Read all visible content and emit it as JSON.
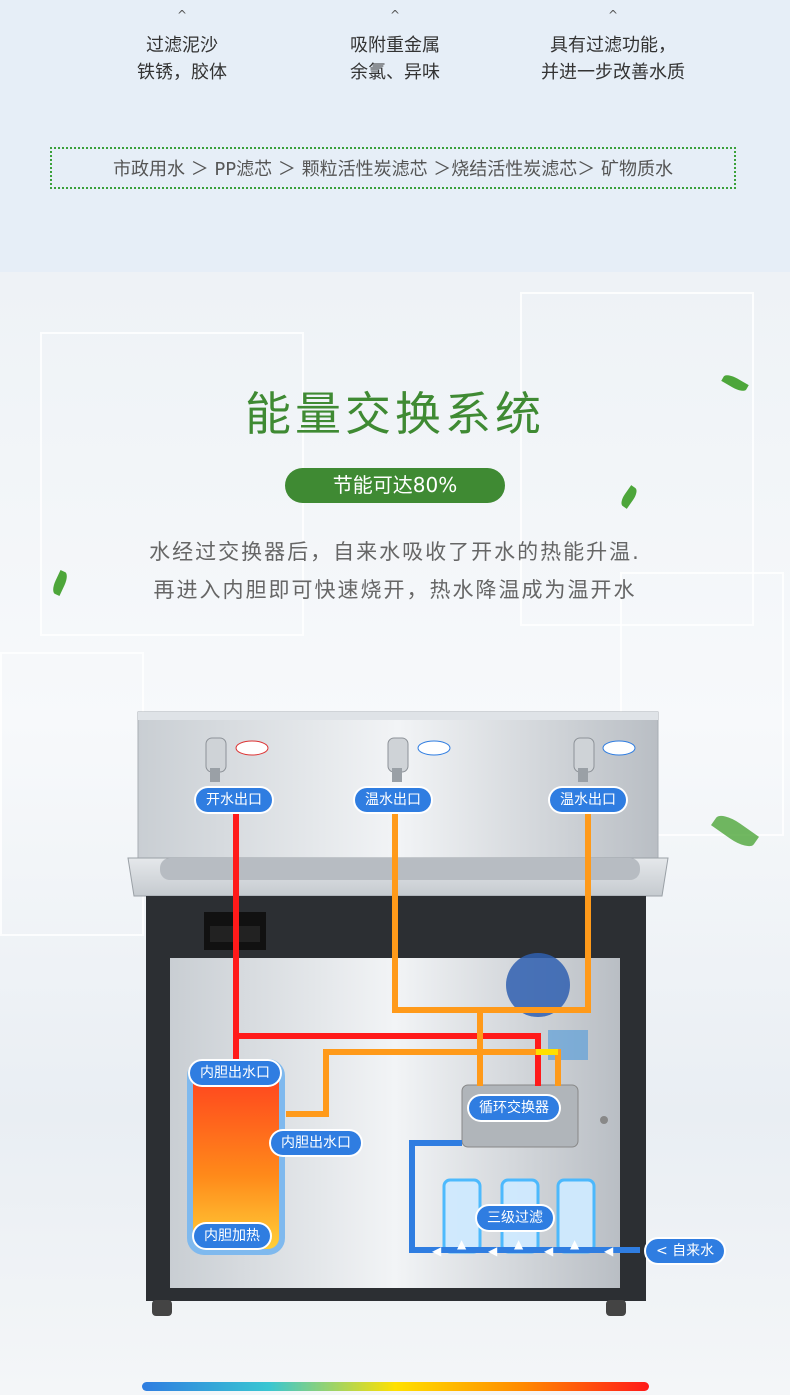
{
  "features": [
    {
      "line1": "过滤泥沙",
      "line2": "铁锈，胶体"
    },
    {
      "line1": "吸附重金属",
      "line2": "余氯、异味"
    },
    {
      "line1": "具有过滤功能，",
      "line2": "并进一步改善水质"
    }
  ],
  "feature_arrow": "^",
  "filter_flow": "市政用水 ＞ PP滤芯 ＞ 颗粒活性炭滤芯 ＞烧结活性炭滤芯＞ 矿物质水",
  "section": {
    "title": "能量交换系统",
    "badge": "节能可达80%",
    "desc_line1": "水经过交换器后，自来水吸收了开水的热能升温.",
    "desc_line2": "再进入内胆即可快速烧开，热水降温成为温开水"
  },
  "diagram_labels": {
    "boiling_outlet": "开水出口",
    "warm_outlet_1": "温水出口",
    "warm_outlet_2": "温水出口",
    "tank_outlet_top": "内胆出水口",
    "tank_outlet_side": "内胆出水口",
    "tank_heating": "内胆加热",
    "exchanger": "循环交换器",
    "filters": "三级过滤",
    "tap_water": "< 自来水"
  },
  "colors": {
    "title_green": "#3f8a33",
    "label_blue": "#2f7de1",
    "hot_red": "#ff1a1a",
    "warm_orange": "#ff9a1a",
    "cold_blue": "#2f7de1",
    "mid_yellow": "#ffe000"
  },
  "icons": [
    "leaf-icon",
    "faucet-icon",
    "arrow-left-icon",
    "arrow-up-icon"
  ]
}
